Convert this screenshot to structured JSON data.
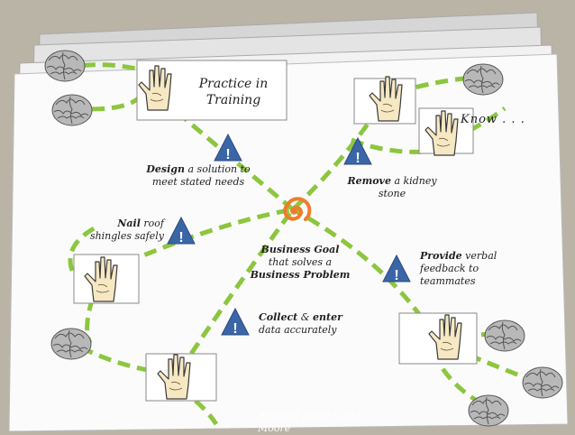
{
  "center": {
    "line1": "Business Goal",
    "line2": "that solves a",
    "line3": "Business Problem"
  },
  "practice_title": {
    "line1": "Practice in",
    "line2": "Training"
  },
  "know_label": "Know . . .",
  "tasks": [
    {
      "bold": "Design",
      "rest": " a solution to",
      "line2": "meet stated needs"
    },
    {
      "bold": "Remove",
      "rest": " a kidney",
      "line2": "stone"
    },
    {
      "bold": "Nail",
      "rest": " roof",
      "line2": "shingles safely"
    },
    {
      "bold": "Provide",
      "rest": " verbal",
      "line2": "feedback to",
      "line3": "teammates"
    },
    {
      "bold": "Collect",
      "mid": " & ",
      "bold2": "enter",
      "line2": "data accurately"
    }
  ],
  "warning_glyph": "!",
  "credit": {
    "line1": "Adapted from: Cathy",
    "line2": "Moore"
  },
  "colors": {
    "background": "#b9b4a5",
    "paper": "#ffffff",
    "dash": "#8cc63f",
    "warning": "#3a66a7",
    "spiral": "#f07c2a",
    "brain": "#9a9a9a",
    "hand_fill": "#f6e8c3"
  },
  "icons": [
    "brain-icon",
    "hand-icon",
    "warning-triangle-icon",
    "spiral-icon"
  ]
}
